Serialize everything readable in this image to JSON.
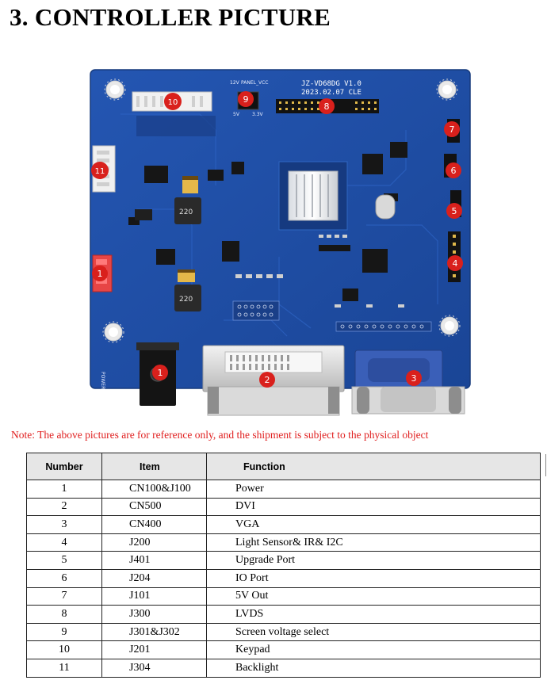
{
  "document": {
    "title": "3. CONTROLLER PICTURE",
    "note": "Note: The above pictures are for reference only, and the shipment is subject to the physical object"
  },
  "board": {
    "model_line1": "JZ-VD68DG  V1.0",
    "model_line2": "2023.02.07  CLE",
    "panel_vcc_label": "PANEL_VCC",
    "v12_label": "12V",
    "v5_label": "5V",
    "v33_label": "3.3V",
    "power_label": "POWER",
    "inductor_label": "220",
    "markers": [
      "1",
      "1",
      "2",
      "3",
      "4",
      "5",
      "6",
      "7",
      "8",
      "9",
      "10",
      "11"
    ]
  },
  "table": {
    "headers": {
      "number": "Number",
      "item": "Item",
      "function": "Function"
    },
    "rows": [
      {
        "number": "1",
        "item": "CN100&J100",
        "function": "Power"
      },
      {
        "number": "2",
        "item": "CN500",
        "function": "DVI"
      },
      {
        "number": "3",
        "item": "CN400",
        "function": "VGA"
      },
      {
        "number": "4",
        "item": "J200",
        "function": "Light Sensor& IR& I2C"
      },
      {
        "number": "5",
        "item": "J401",
        "function": "Upgrade Port"
      },
      {
        "number": "6",
        "item": "J204",
        "function": "IO Port"
      },
      {
        "number": "7",
        "item": "J101",
        "function": "5V Out"
      },
      {
        "number": "8",
        "item": "J300",
        "function": "LVDS"
      },
      {
        "number": "9",
        "item": "J301&J302",
        "function": "Screen voltage select"
      },
      {
        "number": "10",
        "item": "J201",
        "function": "Keypad"
      },
      {
        "number": "11",
        "item": "J304",
        "function": "Backlight"
      }
    ]
  },
  "colors": {
    "pcb": "#1f4fa8",
    "pcb_dark": "#173d86",
    "marker": "#d9201c",
    "note": "#e02020",
    "header_bg": "#e6e6e6"
  }
}
